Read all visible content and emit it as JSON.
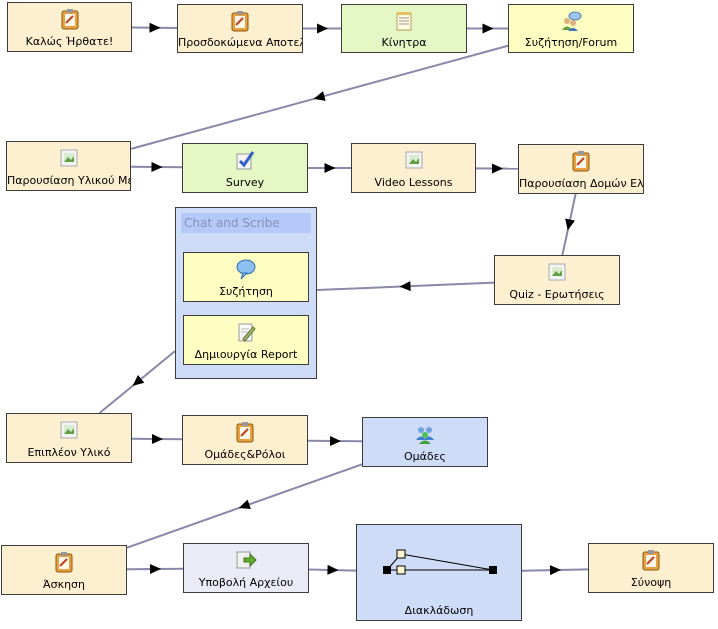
{
  "nodes": {
    "welcome": {
      "label": "Καλώς Ήρθατε!",
      "icon": "notepad-icon"
    },
    "expected": {
      "label": "Προσδοκώμενα Αποτελέ",
      "icon": "notepad-icon"
    },
    "motives": {
      "label": "Κίνητρα",
      "icon": "note-icon"
    },
    "forum": {
      "label": "Συζήτηση/Forum",
      "icon": "chat-users-icon"
    },
    "material": {
      "label": "Παρουσίαση Υλικού Με",
      "icon": "image-icon"
    },
    "survey": {
      "label": "Survey",
      "icon": "survey-icon"
    },
    "video": {
      "label": "Video Lessons",
      "icon": "image-icon"
    },
    "structures": {
      "label": "Παρουσίαση Δομών Ελέ",
      "icon": "notepad-icon"
    },
    "quiz": {
      "label": "Quiz - Ερωτήσεις",
      "icon": "image-icon"
    },
    "extra": {
      "label": "Επιπλέον Υλικό",
      "icon": "image-icon"
    },
    "roles": {
      "label": "Ομάδες&Ρόλοι",
      "icon": "notepad-icon"
    },
    "groups": {
      "label": "Ομάδες",
      "icon": "users-icon"
    },
    "exercise": {
      "label": "Άσκηση",
      "icon": "notepad-icon"
    },
    "upload": {
      "label": "Υποβολή Αρχείου",
      "icon": "upload-icon"
    },
    "branch": {
      "label": "Διακλάδωση",
      "icon": "branch-icon"
    },
    "summary": {
      "label": "Σύνοψη",
      "icon": "notepad-icon"
    }
  },
  "group": {
    "title": "Chat and Scribe",
    "discussion": {
      "label": "Συζήτηση",
      "icon": "speech-bubble-icon"
    },
    "report": {
      "label": "Δημιουργία Report",
      "icon": "edit-doc-icon"
    }
  },
  "colors": {
    "tan": "#fdf0d0",
    "green": "#e6f7c6",
    "yellow": "#fefec2",
    "lavender": "#ebeaf7",
    "blue": "#cfdcf8",
    "edge": "#8888a8"
  },
  "edges": [
    [
      "welcome",
      "expected"
    ],
    [
      "expected",
      "motives"
    ],
    [
      "motives",
      "forum"
    ],
    [
      "forum",
      "material"
    ],
    [
      "material",
      "survey"
    ],
    [
      "survey",
      "video"
    ],
    [
      "video",
      "structures"
    ],
    [
      "structures",
      "quiz"
    ],
    [
      "quiz",
      "chat-group"
    ],
    [
      "chat-group",
      "extra"
    ],
    [
      "extra",
      "roles"
    ],
    [
      "roles",
      "groups"
    ],
    [
      "groups",
      "exercise"
    ],
    [
      "exercise",
      "upload"
    ],
    [
      "upload",
      "branch"
    ],
    [
      "branch",
      "summary"
    ]
  ]
}
